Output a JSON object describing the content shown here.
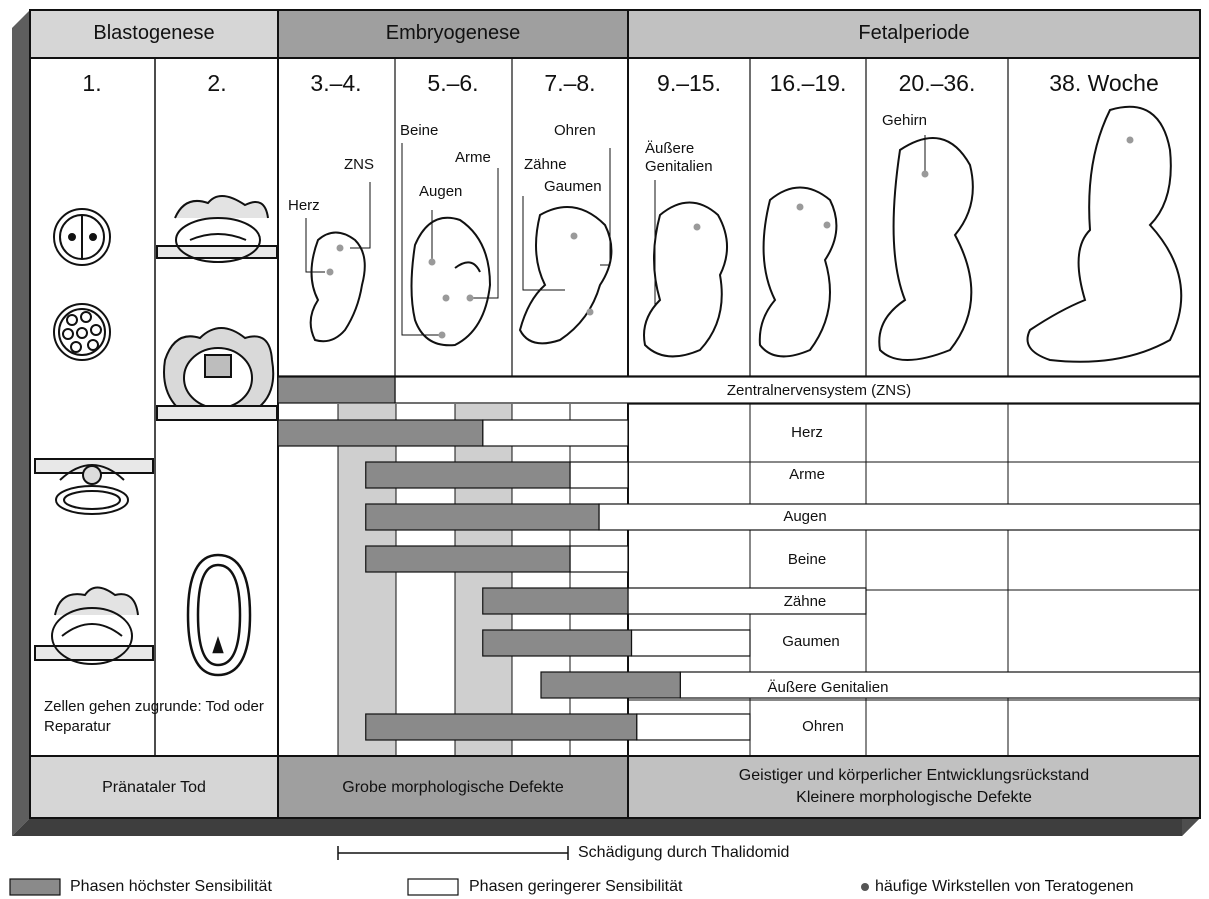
{
  "periods": {
    "blastogenese": "Blastogenese",
    "embryogenese": "Embryogenese",
    "fetalperiode": "Fetalperiode"
  },
  "weeks": [
    "1.",
    "2.",
    "3.–4.",
    "5.–6.",
    "7.–8.",
    "9.–15.",
    "16.–19.",
    "20.–36.",
    "38. Woche"
  ],
  "embryo_labels": {
    "herz": "Herz",
    "zns": "ZNS",
    "beine": "Beine",
    "arme": "Arme",
    "augen": "Augen",
    "ohren": "Ohren",
    "zaehne": "Zähne",
    "gaumen": "Gaumen",
    "genitalien": "Äußere Genitalien",
    "gehirn": "Gehirn"
  },
  "organs": [
    {
      "key": "zns",
      "label": "Zentralnervensystem (ZNS)",
      "high_weeks": [
        3,
        5
      ],
      "low_weeks": [
        5,
        38
      ]
    },
    {
      "key": "herz",
      "label": "Herz",
      "high_weeks": [
        3,
        6.5
      ],
      "low_weeks": [
        6.5,
        9
      ]
    },
    {
      "key": "arme",
      "label": "Arme",
      "high_weeks": [
        4.5,
        8
      ],
      "low_weeks": [
        8,
        9
      ]
    },
    {
      "key": "augen",
      "label": "Augen",
      "high_weeks": [
        4.5,
        8.5
      ],
      "low_weeks": [
        8.5,
        38
      ]
    },
    {
      "key": "beine",
      "label": "Beine",
      "high_weeks": [
        4.5,
        8
      ],
      "low_weeks": [
        8,
        9
      ]
    },
    {
      "key": "zaehne",
      "label": "Zähne",
      "high_weeks": [
        6.5,
        9
      ],
      "low_weeks": [
        9,
        20
      ]
    },
    {
      "key": "gaumen",
      "label": "Gaumen",
      "high_weeks": [
        6.5,
        9.2
      ],
      "low_weeks": [
        9.2,
        16
      ]
    },
    {
      "key": "genitalien",
      "label": "Äußere Genitalien",
      "high_weeks": [
        7.5,
        12
      ],
      "low_weeks": [
        12,
        38
      ]
    },
    {
      "key": "ohren",
      "label": "Ohren",
      "high_weeks": [
        4.5,
        9.5
      ],
      "low_weeks": [
        9.5,
        16
      ]
    }
  ],
  "blasto_note": "Zellen gehen zugrunde: Tod oder Reparatur",
  "outcomes": {
    "pranatal": "Pränataler Tod",
    "grobe": "Grobe morphologische Defekte",
    "geistig_1": "Geistiger und körperlicher Entwicklungsrückstand",
    "geistig_2": "Kleinere morphologische Defekte"
  },
  "thalidomid": "Schädigung durch Thalidomid",
  "legend": {
    "high": "Phasen höchster Sensibilität",
    "low": "Phasen geringerer Sensibilität",
    "dot": "häufige Wirkstellen von Teratogenen"
  },
  "colors": {
    "header_gray": "#b9b9b9",
    "high_bar": "#8a8a8a",
    "low_bar": "#ffffff",
    "shade_band": "#cfcfcf",
    "dot": "#9a9a9a"
  }
}
